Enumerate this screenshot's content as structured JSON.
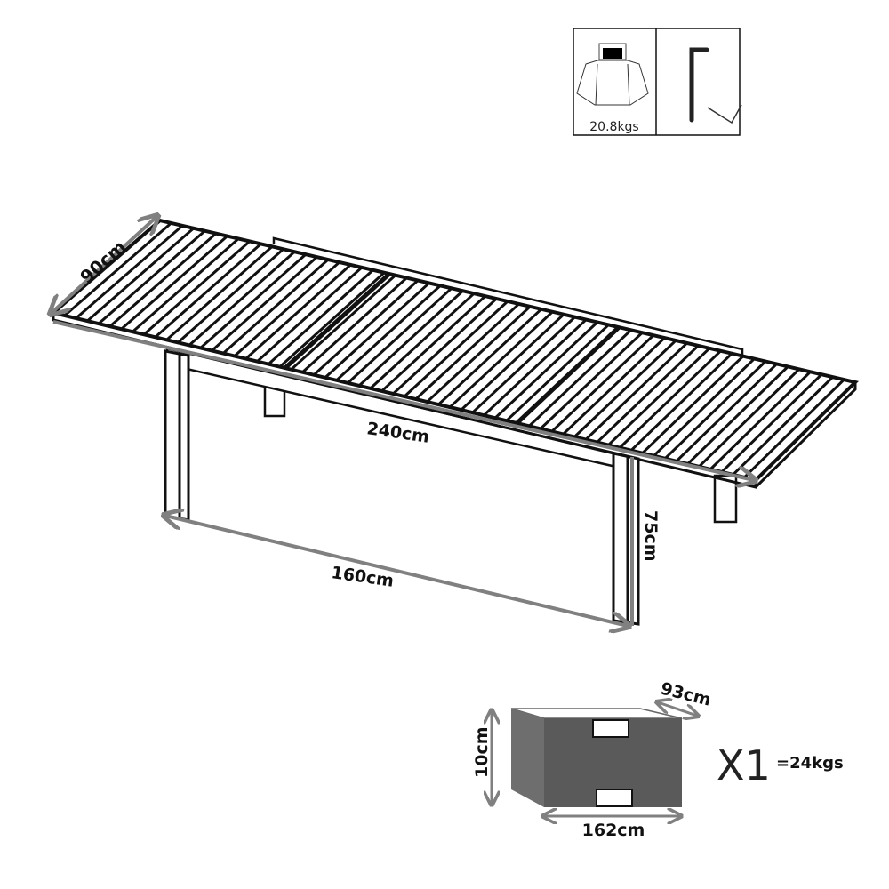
{
  "accessory_panel": {
    "packaging_weight": "20.8kgs",
    "icons": [
      "carton-box-icon",
      "allen-key-icon"
    ]
  },
  "table_diagram": {
    "dimensions": {
      "width": "90cm",
      "length_extended": "240cm",
      "length_leg_span": "160cm",
      "height": "75cm"
    }
  },
  "package": {
    "height": "10cm",
    "depth": "93cm",
    "length": "162cm",
    "quantity": "X1",
    "weight": "=24kgs"
  },
  "colors": {
    "line": "#111111",
    "arrow": "#808080",
    "box_front": "#5a5a5a",
    "box_side": "#6e6e6e"
  }
}
